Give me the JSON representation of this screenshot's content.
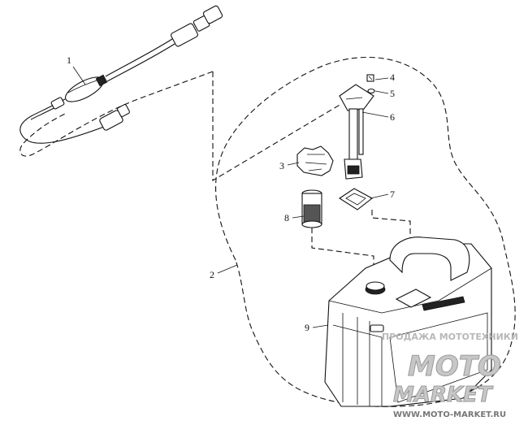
{
  "callouts": {
    "c1": "1",
    "c2": "2",
    "c3": "3",
    "c4": "4",
    "c5": "5",
    "c6": "6",
    "c7": "7",
    "c8": "8",
    "c9": "9"
  },
  "watermark": {
    "top_text": "ПРОДАЖА МОТОТЕХНИКИ",
    "logo_line1": "MOTO",
    "logo_line2": "MARKET",
    "url": "WWW.MOTO-MARKET.RU"
  }
}
